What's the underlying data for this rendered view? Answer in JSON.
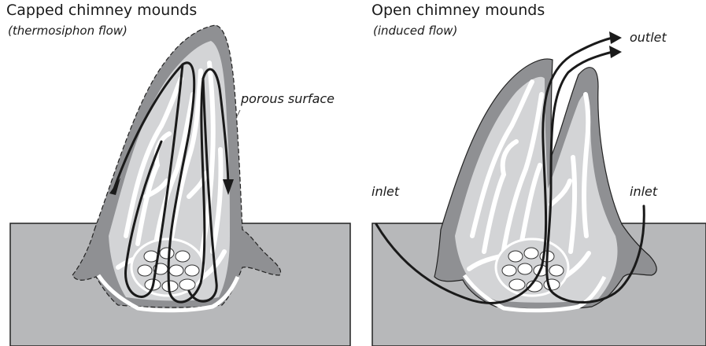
{
  "panels": [
    {
      "title": "Capped chimney mounds",
      "subtitle": "(thermosiphon flow)",
      "labels": {
        "porous_surface": "porous surface"
      }
    },
    {
      "title": "Open chimney mounds",
      "subtitle": "(induced flow)",
      "labels": {
        "outlet": "outlet",
        "inlet_left": "inlet",
        "inlet_right": "inlet"
      }
    }
  ],
  "colors": {
    "ground": "#b7b8ba",
    "mound_dark": "#8f9093",
    "mound_light": "#d3d4d6",
    "channel": "#ffffff",
    "line": "#1a1a1a"
  }
}
